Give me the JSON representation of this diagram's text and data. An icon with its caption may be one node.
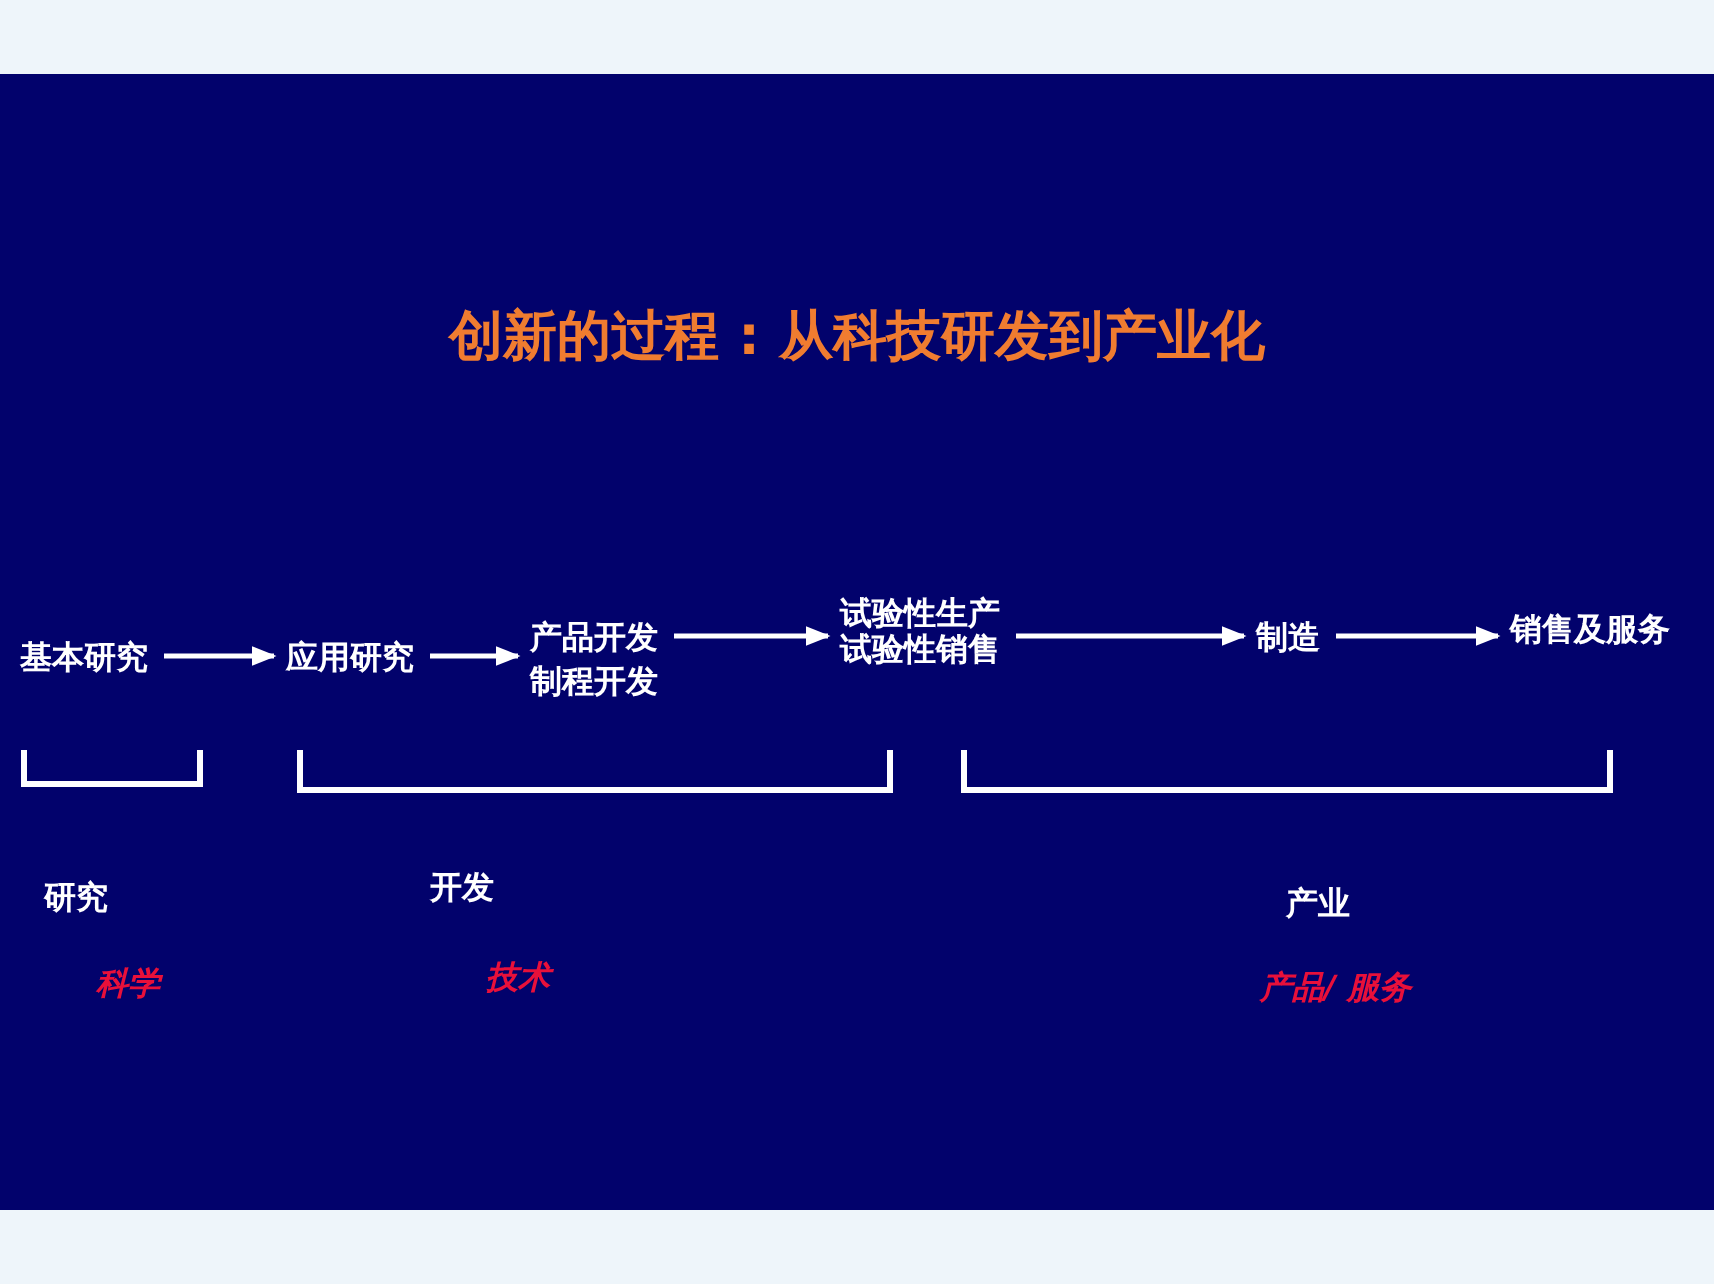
{
  "diagram": {
    "title": "创新的过程 : 从科技研发到产业化",
    "nodes": [
      {
        "text": [
          "基本研究"
        ]
      },
      {
        "text": [
          "应用研究"
        ]
      },
      {
        "text": [
          "产品开发",
          "制程开发"
        ]
      },
      {
        "text": [
          "试验性生产",
          "试验性销售"
        ]
      },
      {
        "text": [
          "制造"
        ]
      },
      {
        "text": [
          "销售及服务"
        ]
      }
    ],
    "edges": [
      {
        "from": 0,
        "to": 1,
        "arrow": "to"
      },
      {
        "from": 1,
        "to": 2,
        "arrow": "to"
      },
      {
        "from": 2,
        "to": 3,
        "arrow": "to"
      },
      {
        "from": 3,
        "to": 4,
        "arrow": "to"
      },
      {
        "from": 4,
        "to": 5,
        "arrow": "to"
      }
    ],
    "labels": [
      "研究",
      "开发",
      "产业",
      "科学",
      "技术",
      "产品/ 服务"
    ]
  }
}
